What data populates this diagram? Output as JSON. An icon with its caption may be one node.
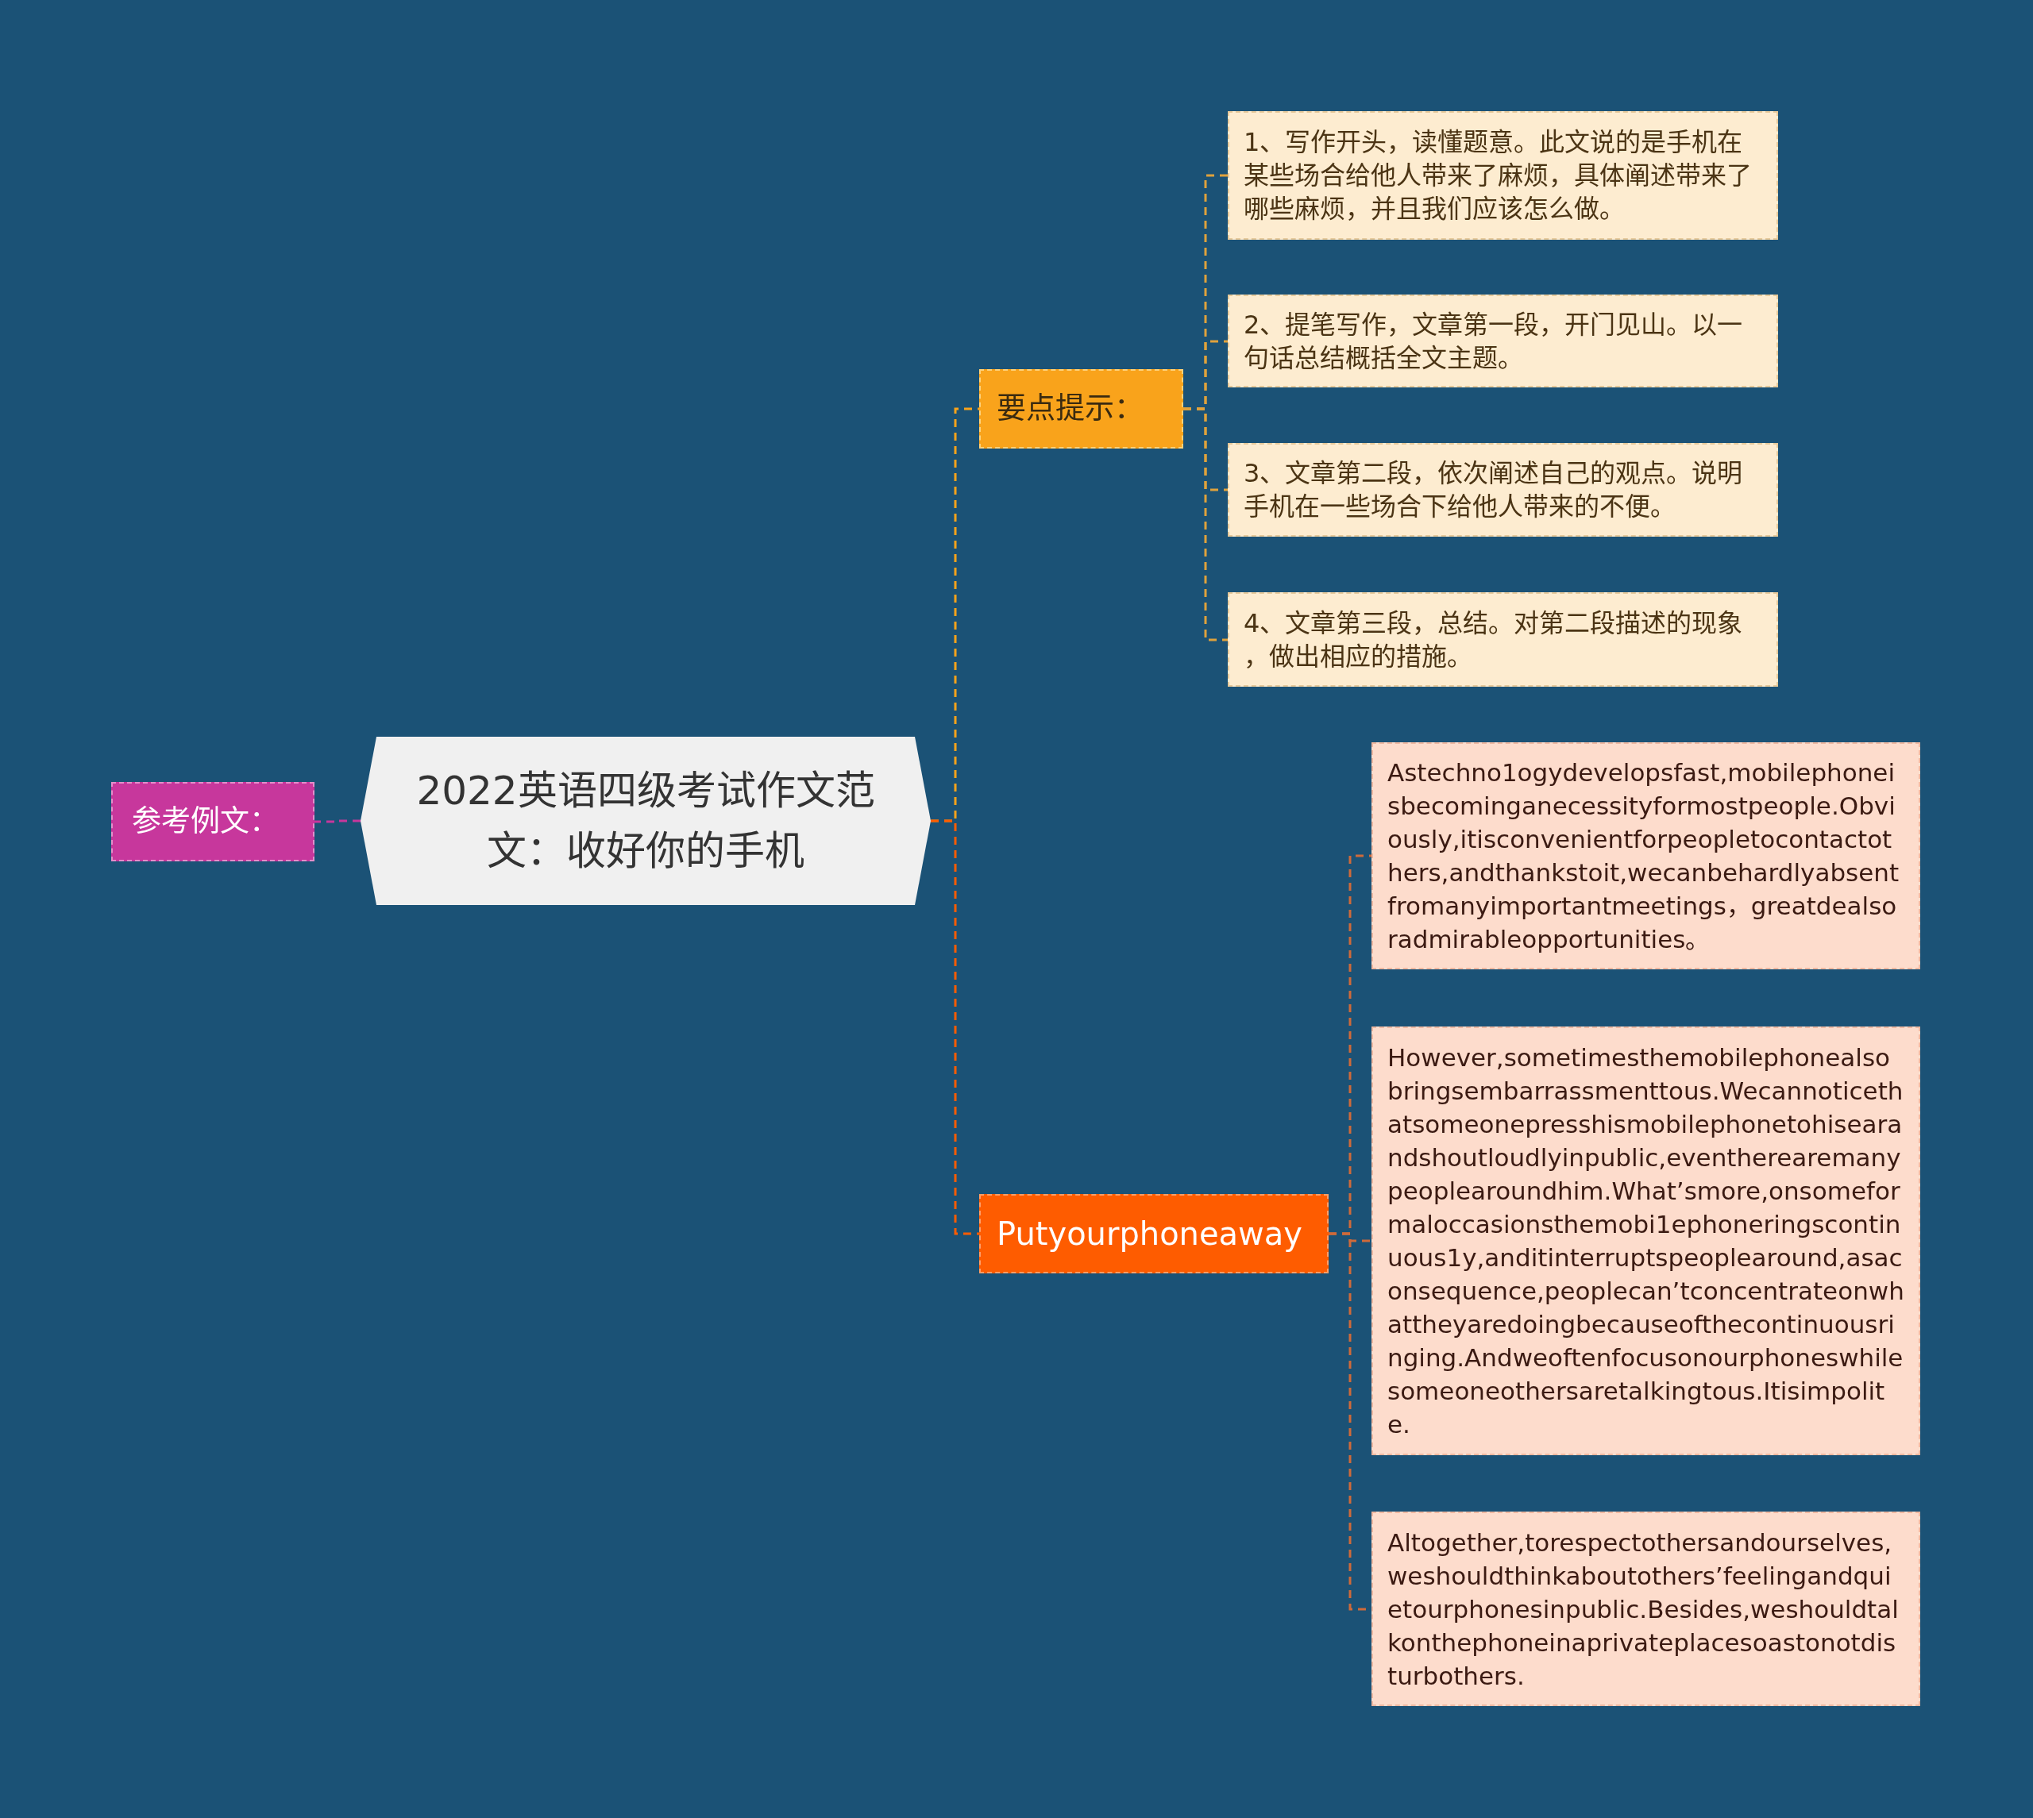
{
  "diagram": {
    "nodes": [
      {
        "text": [
          "参考例文："
        ]
      },
      {
        "text": [
          "2022英语四级考试作文范文：收好你的手机"
        ]
      },
      {
        "text": [
          "要点提示："
        ]
      },
      {
        "text": [
          "1、写作开头，读懂题意。此文说的是手机在某些场合给他人带来了麻烦，具体阐述带来了哪些麻烦，并且我们应该怎么做。"
        ]
      },
      {
        "text": [
          "2、提笔写作，文章第一段，开门见山。以一句话总结概括全文主题。"
        ]
      },
      {
        "text": [
          "3、文章第二段，依次阐述自己的观点。说明手机在一些场合下给他人带来的不便。"
        ]
      },
      {
        "text": [
          "4、文章第三段，总结。对第二段描述的现象，做出相应的措施。"
        ]
      },
      {
        "text": [
          "Putyourphoneaway"
        ]
      },
      {
        "text": [
          "Astechno1ogydevelopsfast,mobilephoneisbecominganecessityformostpeople.Obviously,itisconvenientforpeopletocontactothers,andthankstoit,wecanbehardlyabsentfromanyimportantmeetings，greatdealsoradmirableopportunities。"
        ]
      },
      {
        "text": [
          "However,sometimesthemobilephonealsobringsembarrassmenttous.Wecannoticethatsomeonepresshismobilephonetohisearandshoutloudlyinpublic,eventherearemanypeoplearoundhim.What’smore,onsomeformaloccasionsthemobi1ephoneringscontinuous1y,anditinterruptspeoplearound,asaconsequence,peoplecan’tconcentrateonwhattheyaredoingbecauseofthecontinuousringing.Andweoftenfocusonourphoneswhilesomeoneothersaretalkingtous.Itisimpolite."
        ]
      },
      {
        "text": [
          "Altogether,torespectothersandourselves,weshouldthinkaboutothers’feelingandquietourphonesinpublic.Besides,weshouldtalkonthephoneinaprivateplacesoastonotdisturbothers."
        ]
      }
    ],
    "edges": [
      {
        "from": 1,
        "to": 0,
        "arrow": "none",
        "style": "dashed",
        "color": "#c7379c"
      },
      {
        "from": 1,
        "to": 2,
        "arrow": "none",
        "style": "dashed",
        "color": "#f9a31b"
      },
      {
        "from": 2,
        "to": 3,
        "arrow": "none",
        "style": "dashed",
        "color": "#e0a23c"
      },
      {
        "from": 2,
        "to": 4,
        "arrow": "none",
        "style": "dashed",
        "color": "#e0a23c"
      },
      {
        "from": 2,
        "to": 5,
        "arrow": "none",
        "style": "dashed",
        "color": "#e0a23c"
      },
      {
        "from": 2,
        "to": 6,
        "arrow": "none",
        "style": "dashed",
        "color": "#e0a23c"
      },
      {
        "from": 1,
        "to": 7,
        "arrow": "none",
        "style": "dashed",
        "color": "#fe5c00"
      },
      {
        "from": 7,
        "to": 8,
        "arrow": "none",
        "style": "dashed",
        "color": "#cf6a3a"
      },
      {
        "from": 7,
        "to": 9,
        "arrow": "none",
        "style": "dashed",
        "color": "#cf6a3a"
      },
      {
        "from": 7,
        "to": 10,
        "arrow": "none",
        "style": "dashed",
        "color": "#cf6a3a"
      }
    ]
  }
}
